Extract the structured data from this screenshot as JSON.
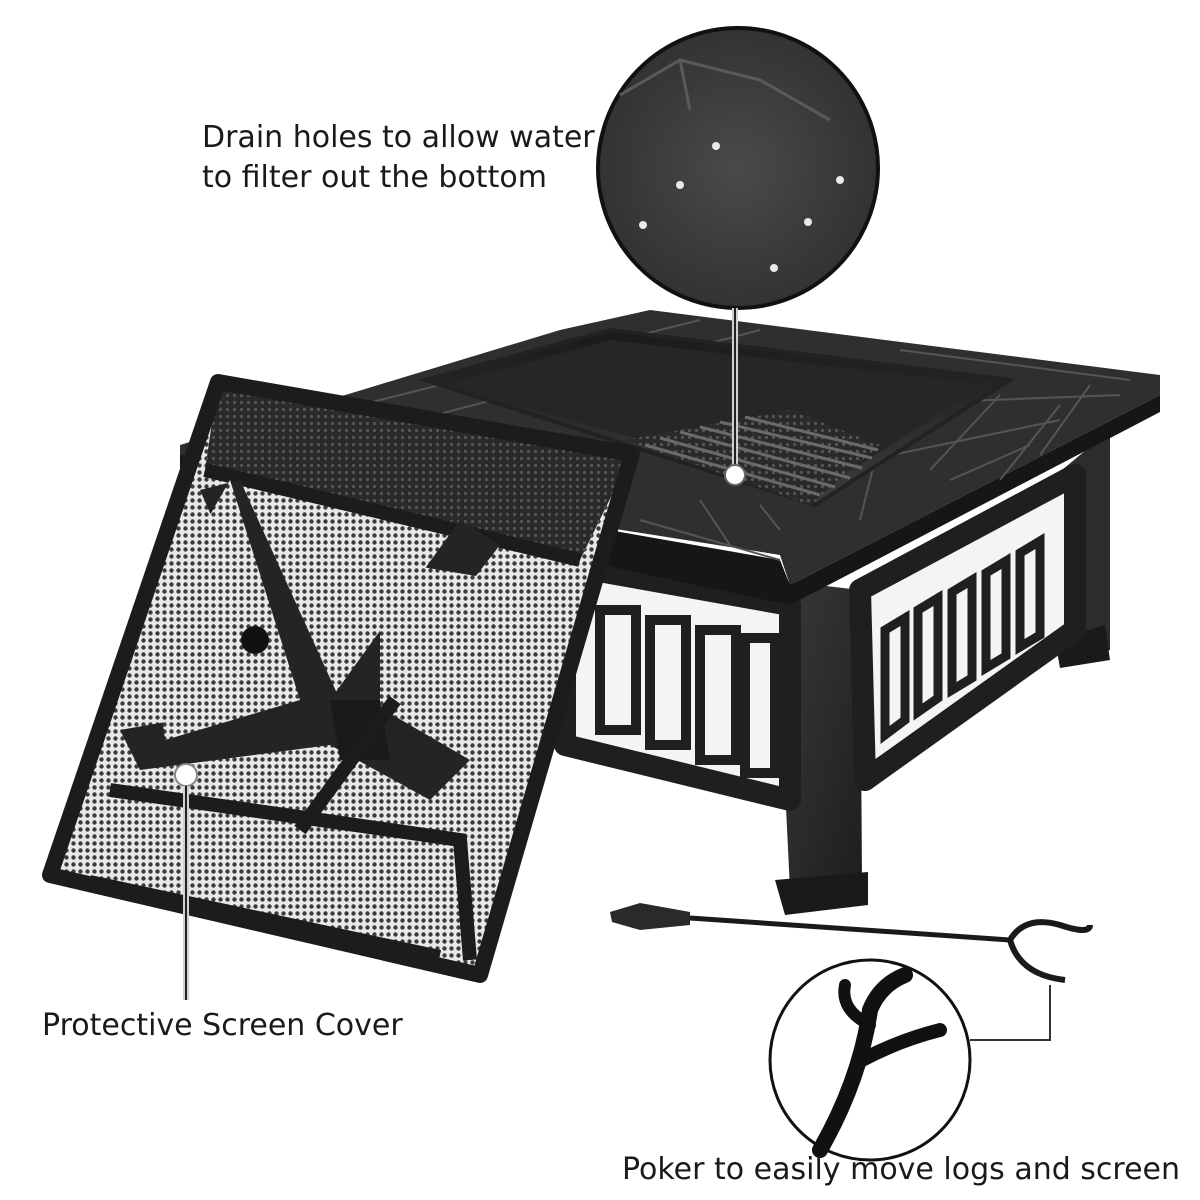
{
  "image": {
    "subject": "square metal fire pit with tile-pattern top, mesh screen cover and poker",
    "background": "#ffffff",
    "metal_color": "#2b2b2b",
    "mesh_color": "#3a3a3a"
  },
  "callouts": {
    "drain": {
      "line1": "Drain holes to allow water",
      "line2": "to filter out the bottom"
    },
    "screen": {
      "label": "Protective Screen Cover"
    },
    "poker": {
      "label": "Poker to easily move logs and screen"
    }
  },
  "icons": [
    "drain-hole-zoom-icon",
    "poker-tip-zoom-icon"
  ]
}
